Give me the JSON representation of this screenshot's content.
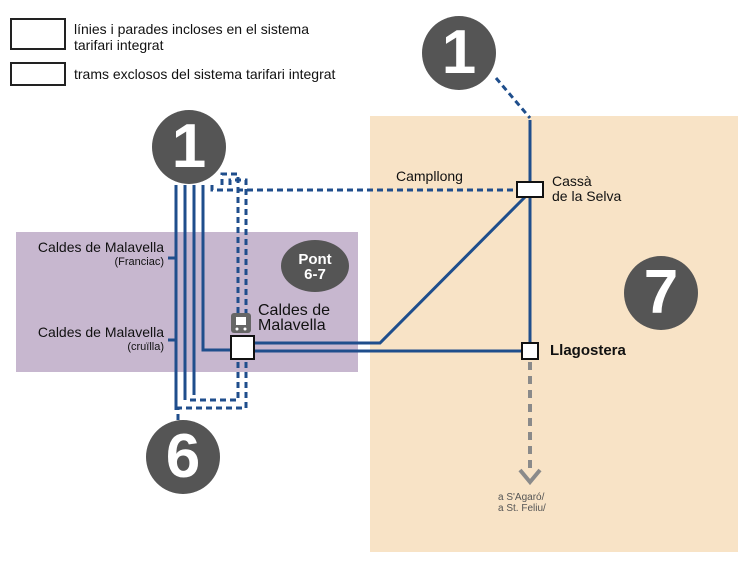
{
  "legend": {
    "integrated_line1": "línies i parades incloses en el sistema",
    "integrated_line2": "tarifari integrat",
    "excluded": "trams exclosos del sistema tarifari integrat"
  },
  "zones": {
    "zone_1_top": "1",
    "zone_1_left": "1",
    "zone_6": "6",
    "zone_7": "7",
    "pont_line1": "Pont",
    "pont_line2": "6-7"
  },
  "places": {
    "campllong": "Campllong",
    "cassa_line1": "Cassà",
    "cassa_line2": "de la Selva",
    "caldes_franciac": "Caldes de Malavella",
    "caldes_franciac_sub": "(Franciac)",
    "caldes_cruilla": "Caldes de Malavella",
    "caldes_cruilla_sub": "(cruïlla)",
    "caldes_line1": "Caldes de",
    "caldes_line2": "Malavella",
    "llagostera": "Llagostera",
    "dest_line1": "a S'Agaró/",
    "dest_line2": "a St. Feliu/"
  },
  "colors": {
    "line": "#1f4e8c",
    "dashed_grey": "#8a8a8a",
    "zone7_bg": "#f8e3c6",
    "zone6_7_bg": "#c7b7cf",
    "zone_circle": "#555555"
  }
}
